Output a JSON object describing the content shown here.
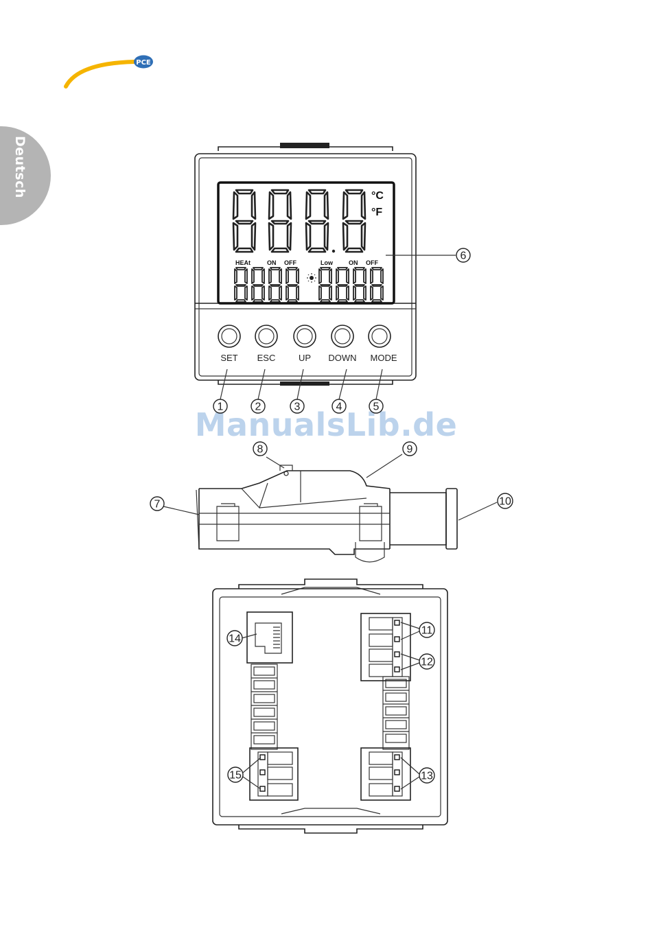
{
  "brand": {
    "logo_text": "PCE",
    "arc_color": "#f5b400",
    "badge_color": "#2f6fb6"
  },
  "side_tab": {
    "label": "Deutsch",
    "color": "#b4b4b4"
  },
  "watermark": {
    "text": "ManualsLib.de",
    "color": "#bcd3ec"
  },
  "display": {
    "units": {
      "celsius": "°C",
      "fahrenheit": "°F"
    },
    "status_labels": [
      "HEAt",
      "ON",
      "OFF",
      "Low",
      "ON",
      "OFF"
    ],
    "buttons": [
      "SET",
      "ESC",
      "UP",
      "DOWN",
      "MODE"
    ]
  },
  "callouts": {
    "set_button": "1",
    "esc_button": "2",
    "up_button": "3",
    "down_button": "4",
    "mode_button": "5",
    "lcd_display": "6",
    "front_end": "7",
    "top_screw": "8",
    "top_housing": "9",
    "mounting_collar": "10",
    "terminal_pair_a": "11",
    "terminal_pair_b": "12",
    "terminal_group_lower_right": "13",
    "rj45_port": "14",
    "terminal_group_lower_left": "15"
  }
}
